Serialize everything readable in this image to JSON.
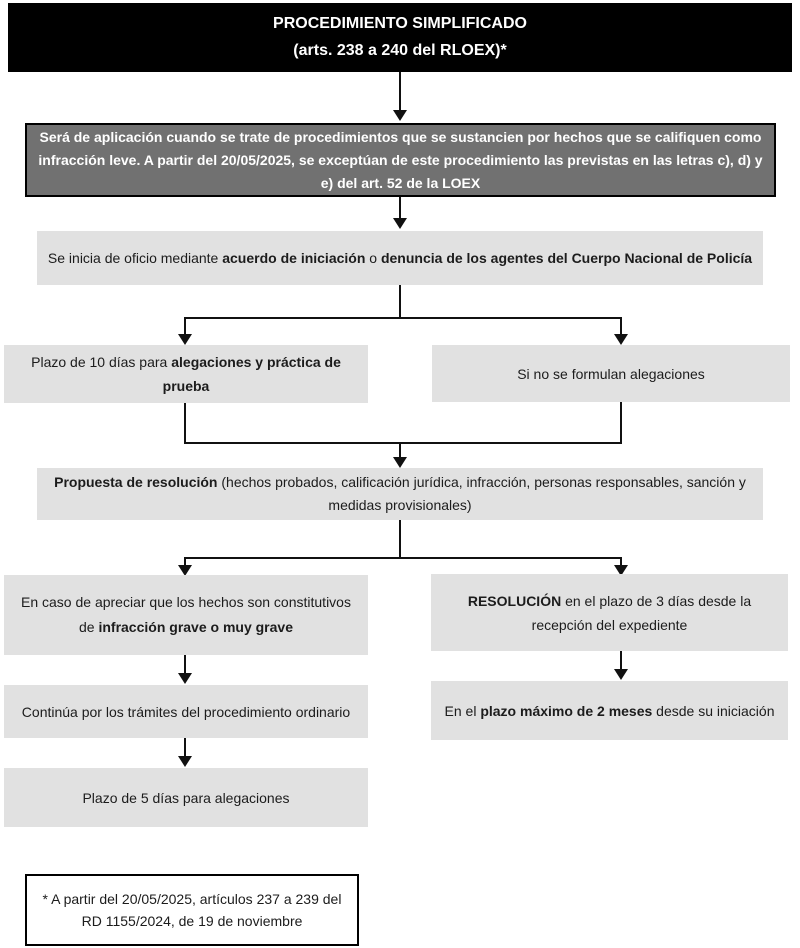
{
  "diagram": {
    "title": {
      "line1": "PROCEDIMIENTO SIMPLIFICADO",
      "line2": "(arts. 238 a 240 del RLOEX)*"
    },
    "scope": {
      "text": "Será de aplicación cuando se trate de procedimientos que se sustancien por hechos que se califiquen como infracción leve. A partir del 20/05/2025, se exceptúan de este procedimiento las previstas en las letras c), d) y e) del art. 52 de la LOEX"
    },
    "initiation": {
      "pre": "Se inicia de oficio mediante ",
      "bold1": "acuerdo de iniciación",
      "mid": " o ",
      "bold2": "denuncia de los agentes del Cuerpo Nacional de Policía"
    },
    "allegations_deadline": {
      "pre": "Plazo de 10 días para ",
      "bold": "alegaciones y práctica de prueba"
    },
    "no_allegations": {
      "text": "Si no se formulan alegaciones"
    },
    "proposal": {
      "bold": "Propuesta de resolución",
      "rest": " (hechos probados, calificación jurídica, infracción, personas responsables, sanción y medidas provisionales)"
    },
    "serious_infraction": {
      "pre": "En caso de apreciar que los hechos son constitutivos de ",
      "bold": "infracción grave o muy grave"
    },
    "resolution": {
      "bold": "RESOLUCIÓN",
      "rest": " en el plazo de 3 días desde la recepción del expediente"
    },
    "ordinary_procedure": {
      "text": "Continúa por los trámites del procedimiento ordinario"
    },
    "two_month_deadline": {
      "pre": "En el ",
      "bold": "plazo máximo de 2 meses",
      "rest": " desde su iniciación"
    },
    "five_day_allegations": {
      "text": "Plazo de 5 días para alegaciones"
    },
    "footnote": {
      "text": "* A partir del 20/05/2025, artículos 237 a 239 del RD 1155/2024, de 19 de noviembre"
    }
  },
  "colors": {
    "title_bg": "#000000",
    "title_text": "#ffffff",
    "scope_bg": "#717171",
    "scope_border": "#000000",
    "box_bg": "#e1e1e1",
    "box_text": "#1c1c1c",
    "connector": "#111111",
    "canvas_bg": "#ffffff"
  }
}
